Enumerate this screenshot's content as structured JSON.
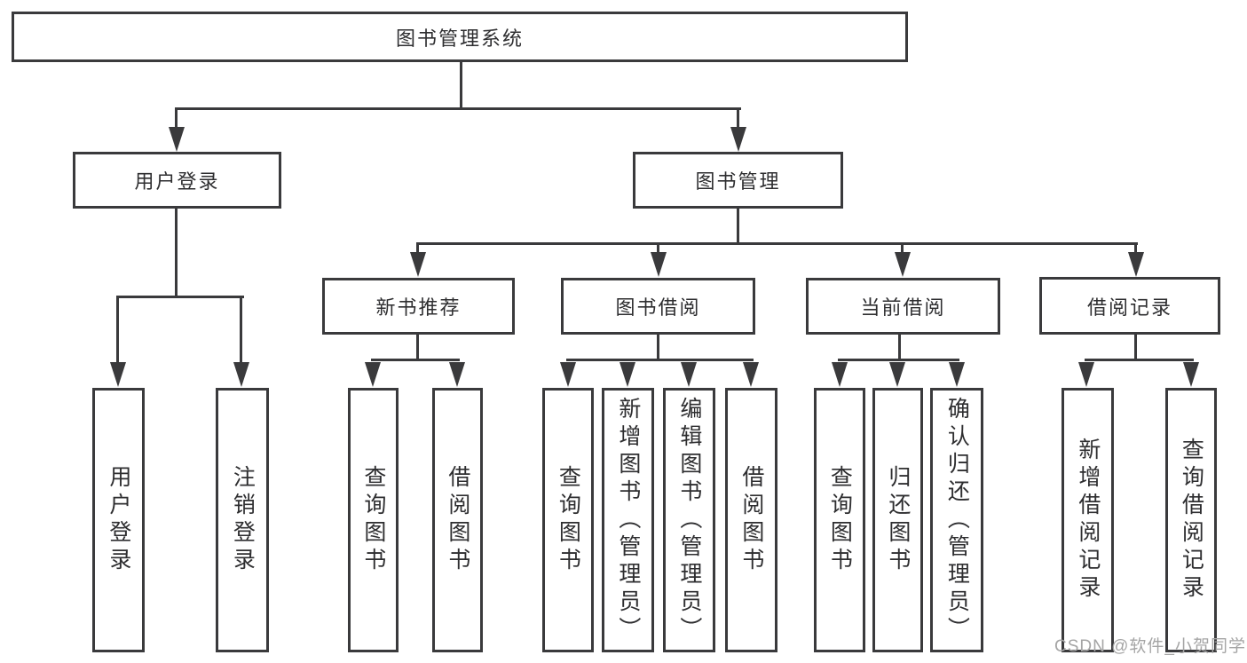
{
  "diagram_title": "图书管理系统",
  "tree": {
    "root": {
      "label": "图书管理系统",
      "children": [
        "user_login",
        "book_mgmt"
      ]
    },
    "user_login": {
      "label": "用户登录",
      "children": [
        "leaf_user_login",
        "leaf_logout"
      ]
    },
    "book_mgmt": {
      "label": "图书管理",
      "children": [
        "new_book_rec",
        "book_borrow",
        "current_borrow",
        "borrow_record"
      ]
    },
    "new_book_rec": {
      "label": "新书推荐",
      "children": [
        "nb_query",
        "nb_borrow"
      ]
    },
    "book_borrow": {
      "label": "图书借阅",
      "children": [
        "bb_query",
        "bb_add",
        "bb_edit",
        "bb_borrow"
      ]
    },
    "current_borrow": {
      "label": "当前借阅",
      "children": [
        "cb_query",
        "cb_return",
        "cb_confirm"
      ]
    },
    "borrow_record": {
      "label": "借阅记录",
      "children": [
        "br_add",
        "br_query"
      ]
    },
    "leaf_user_login": {
      "label": "用户登录"
    },
    "leaf_logout": {
      "label": "注销登录"
    },
    "nb_query": {
      "label": "查询图书"
    },
    "nb_borrow": {
      "label": "借阅图书"
    },
    "bb_query": {
      "label": "查询图书"
    },
    "bb_add": {
      "label": "新增图书（管理员）"
    },
    "bb_edit": {
      "label": "编辑图书（管理员）"
    },
    "bb_borrow": {
      "label": "借阅图书"
    },
    "cb_query": {
      "label": "查询图书"
    },
    "cb_return": {
      "label": "归还图书"
    },
    "cb_confirm": {
      "label": "确认归还（管理员）"
    },
    "br_add": {
      "label": "新增借阅记录"
    },
    "br_query": {
      "label": "查询借阅记录"
    }
  },
  "watermark": "CSDN @软件_小贺同学",
  "colors": {
    "line": "#3a3a3c",
    "text": "#2e2e30",
    "bg": "#ffffff",
    "watermark": "#a5a5a5"
  }
}
